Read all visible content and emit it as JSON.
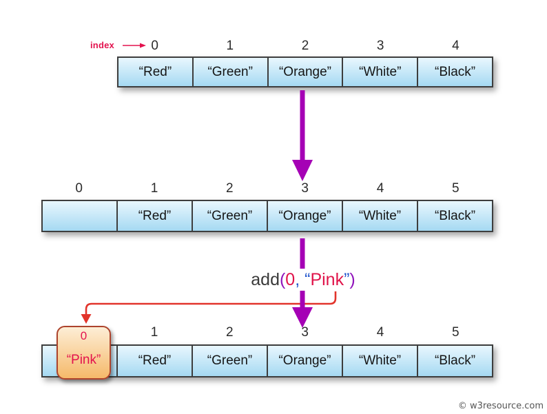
{
  "index_pointer": {
    "label": "index"
  },
  "arrays": {
    "top": {
      "indices": [
        "0",
        "1",
        "2",
        "3",
        "4"
      ],
      "cells": [
        "“Red”",
        "“Green”",
        "“Orange”",
        "“White”",
        "“Black”"
      ]
    },
    "middle": {
      "indices": [
        "0",
        "1",
        "2",
        "3",
        "4",
        "5"
      ],
      "cells": [
        "",
        "“Red”",
        "“Green”",
        "“Orange”",
        "“White”",
        "“Black”"
      ]
    },
    "bottom": {
      "indices": [
        "",
        "1",
        "2",
        "3",
        "4",
        "5"
      ],
      "cells": [
        "",
        "“Red”",
        "“Green”",
        "“Orange”",
        "“White”",
        "“Black”"
      ]
    }
  },
  "highlight": {
    "index": "0",
    "value": "“Pink”"
  },
  "operation": {
    "label": "add(0, “Pink”)",
    "parts": [
      {
        "text": "add",
        "color": "#3a3a3a"
      },
      {
        "text": "(",
        "color": "#9013bb"
      },
      {
        "text": "0",
        "color": "#e0144a"
      },
      {
        "text": ",",
        "color": "#2255cc"
      },
      {
        "text": " “",
        "color": "#2255cc"
      },
      {
        "text": "Pink",
        "color": "#e0144a"
      },
      {
        "text": "”",
        "color": "#2255cc"
      },
      {
        "text": ")",
        "color": "#9013bb"
      }
    ]
  },
  "footer": {
    "copyright": "© w3resource.com"
  },
  "colors": {
    "cell_gradient_top": "#e9f7fe",
    "cell_gradient_bottom": "#a5d9f2",
    "cell_border": "#3d3d3d",
    "purple_arrow": "#a501b5",
    "red_arrow": "#e2342b",
    "crimson": "#e3124e",
    "highlight_border": "#ad432c",
    "highlight_fill_top": "#fdeed6",
    "highlight_fill_bottom": "#f5b96a"
  }
}
